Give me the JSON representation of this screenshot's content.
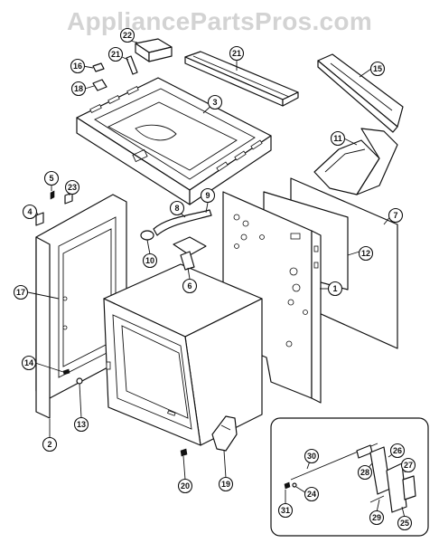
{
  "watermark": "AppliancePartsPros.com",
  "callouts": [
    {
      "id": "22",
      "label": "22"
    },
    {
      "id": "21a",
      "label": "21"
    },
    {
      "id": "21b",
      "label": "21"
    },
    {
      "id": "16",
      "label": "16"
    },
    {
      "id": "18",
      "label": "18"
    },
    {
      "id": "3",
      "label": "3"
    },
    {
      "id": "15",
      "label": "15"
    },
    {
      "id": "11",
      "label": "11"
    },
    {
      "id": "7",
      "label": "7"
    },
    {
      "id": "5",
      "label": "5"
    },
    {
      "id": "23",
      "label": "23"
    },
    {
      "id": "4",
      "label": "4"
    },
    {
      "id": "9",
      "label": "9"
    },
    {
      "id": "8",
      "label": "8"
    },
    {
      "id": "12",
      "label": "12"
    },
    {
      "id": "10",
      "label": "10"
    },
    {
      "id": "6",
      "label": "6"
    },
    {
      "id": "1",
      "label": "1"
    },
    {
      "id": "17",
      "label": "17"
    },
    {
      "id": "14",
      "label": "14"
    },
    {
      "id": "13",
      "label": "13"
    },
    {
      "id": "2",
      "label": "2"
    },
    {
      "id": "20",
      "label": "20"
    },
    {
      "id": "19",
      "label": "19"
    },
    {
      "id": "30",
      "label": "30"
    },
    {
      "id": "26",
      "label": "26"
    },
    {
      "id": "28",
      "label": "28"
    },
    {
      "id": "27",
      "label": "27"
    },
    {
      "id": "24",
      "label": "24"
    },
    {
      "id": "31",
      "label": "31"
    },
    {
      "id": "29",
      "label": "29"
    },
    {
      "id": "25",
      "label": "25"
    }
  ]
}
